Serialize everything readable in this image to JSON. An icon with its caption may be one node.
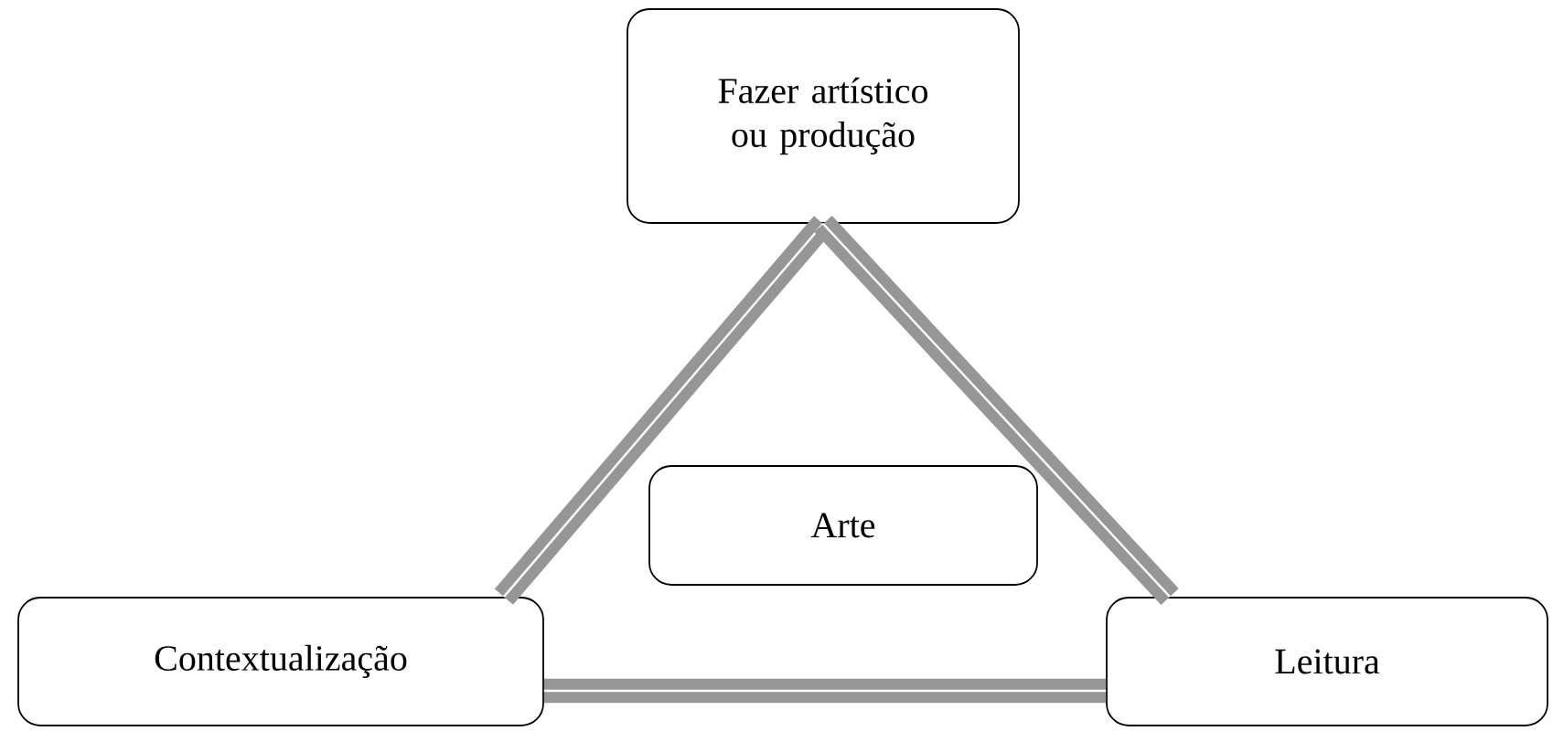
{
  "diagram": {
    "nodes": [
      {
        "text": [
          "Fazer artístico ou produção"
        ]
      },
      {
        "text": [
          "Contextualização"
        ]
      },
      {
        "text": [
          "Leitura"
        ]
      },
      {
        "text": [
          "Arte"
        ]
      }
    ],
    "edges": [
      {
        "from": 0,
        "to": 1,
        "arrow": "none"
      },
      {
        "from": 0,
        "to": 2,
        "arrow": "none"
      },
      {
        "from": 1,
        "to": 2,
        "arrow": "none"
      }
    ]
  }
}
